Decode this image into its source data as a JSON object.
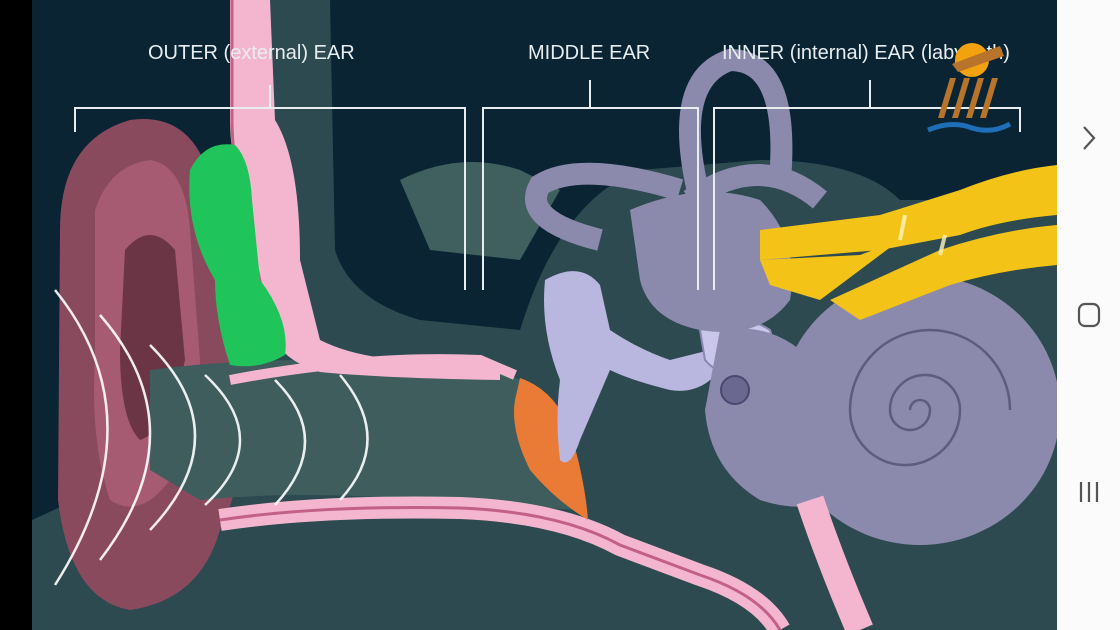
{
  "diagram": {
    "labels": {
      "outer": "OUTER (external) EAR",
      "middle": "MIDDLE EAR",
      "inner": "INNER (internal) EAR (labyrinth)"
    }
  },
  "watermark": {
    "icon": "channel-logo-icon"
  },
  "navigation": {
    "buttons": [
      {
        "icon": "chevron-right-icon"
      },
      {
        "icon": "home-icon"
      },
      {
        "icon": "recent-apps-icon"
      }
    ]
  },
  "colors": {
    "background": "#0a2433",
    "pinna": "#8a4a5e",
    "canal": "#4e6e6a",
    "skin_pink": "#f4b6cf",
    "gland_green": "#1fc45b",
    "eardrum_orange": "#e97b36",
    "ossicles": "#b9b6e0",
    "cochlea": "#8c8aac",
    "nerve_yellow": "#f3c318"
  }
}
